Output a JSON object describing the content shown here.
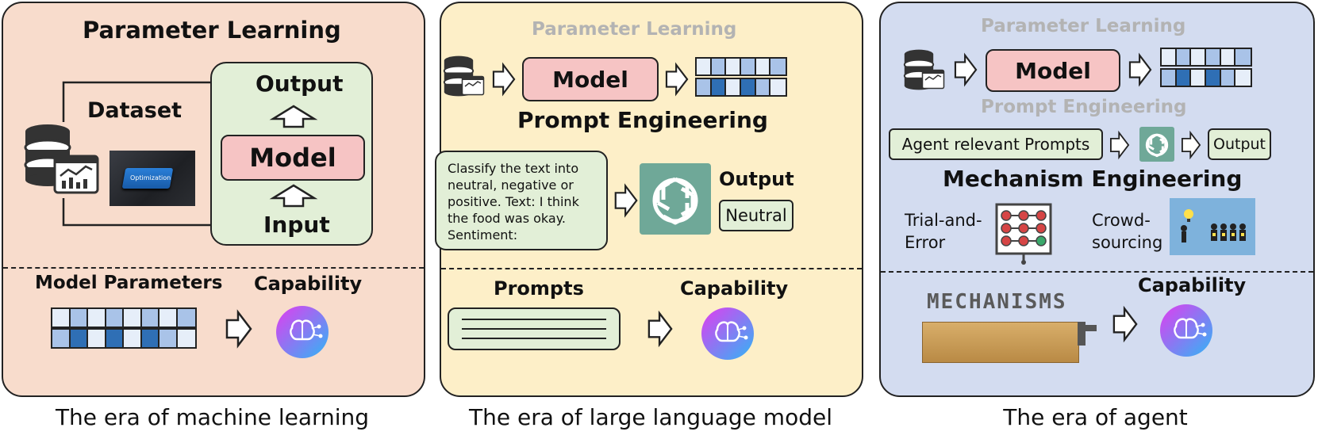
{
  "panels": {
    "ml": {
      "title": "Parameter Learning",
      "dataset": "Dataset",
      "output": "Output",
      "model": "Model",
      "input": "Input",
      "params": "Model Parameters",
      "capability": "Capability",
      "photo_text": "Optimization",
      "caption": "The era of machine learning"
    },
    "llm": {
      "faded_title": "Parameter Learning",
      "model": "Model",
      "title": "Prompt Engineering",
      "prompt_text": "Classify  the text into neutral, negative or positive. Text: I think the food was okay. Sentiment:",
      "output_label": "Output",
      "output_value": "Neutral",
      "prompts": "Prompts",
      "capability": "Capability",
      "caption": "The era of large language model"
    },
    "agent": {
      "faded_title1": "Parameter Learning",
      "model": "Model",
      "faded_title2": "Prompt Engineering",
      "agent_prompts": "Agent relevant Prompts",
      "output": "Output",
      "title": "Mechanism Engineering",
      "trial": "Trial-and-Error",
      "crowd": "Crowd-sourcing",
      "mech_letters": "MECHANISMS",
      "capability": "Capability",
      "caption": "The era of agent"
    }
  },
  "colors": {
    "panel_ml": "#f8dccc",
    "panel_llm": "#fdefc8",
    "panel_agent": "#d3dcf0",
    "model_box": "#f6c4c4",
    "green_box": "#e2efd7",
    "openai": "#6fa898"
  },
  "icons": [
    "database-icon",
    "chart-icon",
    "openai-logo-icon",
    "brain-icon",
    "arrow-right-icon",
    "arrow-up-icon",
    "flowchart-board-icon",
    "crowd-icon"
  ]
}
